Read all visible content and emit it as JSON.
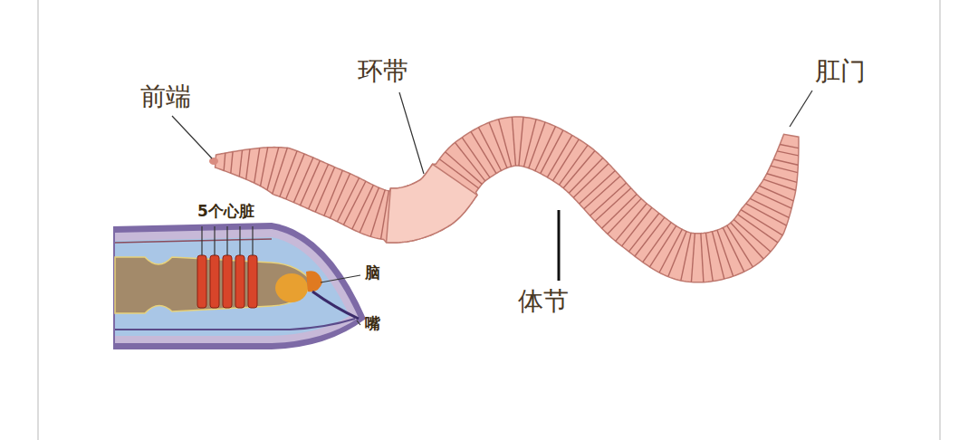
{
  "diagram": {
    "labels": [
      "前端",
      "环带",
      "肛门",
      "5个心脏",
      "脑",
      "嘴",
      "体节"
    ]
  }
}
